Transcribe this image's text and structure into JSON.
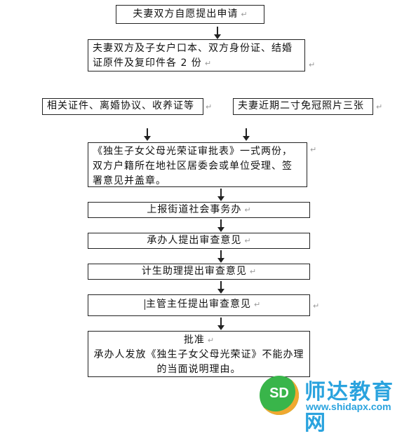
{
  "paragraph_mark": "↵",
  "steps": {
    "apply": "夫妻双方自愿提出申请",
    "documents": "夫妻双方及子女户口本、双方身份证、结婚证原件及复印件各 2 份",
    "certificates": "相关证件、离婚协议、收养证等",
    "photos": "夫妻近期二寸免冠照片三张",
    "approval_form": "《独生子女父母光荣证审批表》一式两份，双方户籍所在地社区居委会或单位受理、签署意见并盖章。",
    "street_office": "上报街道社会事务办",
    "handler_review": "承办人提出审查意见",
    "assistant_review": "计生助理提出审查意见",
    "director_review": "主管主任提出审查意见",
    "final_title": "批准",
    "final_text": "承办人发放《独生子女父母光荣证》不能办理的当面说明理由。"
  },
  "watermark": {
    "badge": "SD",
    "name": "师达教育网",
    "url": "www.shidapx.com"
  }
}
